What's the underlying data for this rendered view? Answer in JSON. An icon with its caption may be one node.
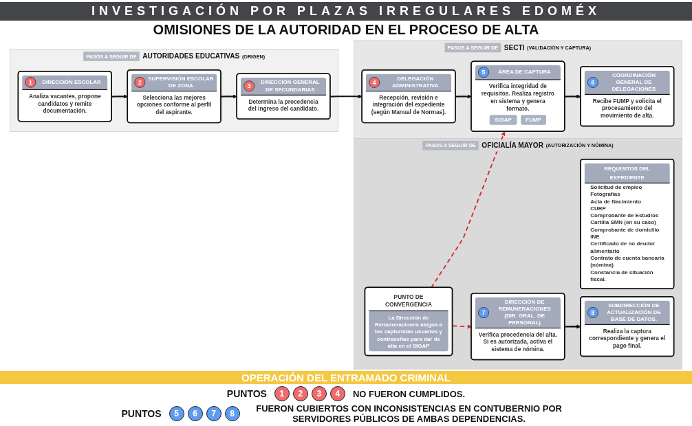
{
  "diagram": {
    "title": "INVESTIGACIÓN POR PLAZAS IRREGULARES EDOMÉX",
    "nodes": [
      {
        "text": [
          "PASOS A SEGUIR DE",
          "AUTORIDADES EDUCATIVAS",
          "(ORIGEN)"
        ]
      },
      {
        "text": [
          "1",
          "DIRECCIÓN ESCOLAR",
          "Analiza vacantes, propone candidatos y remite documentación."
        ],
        "in": 0
      },
      {
        "text": [
          "2",
          "SUPERVISIÓN ESCOLAR DE ZONA",
          "Selecciona las mejores opciones conforme al perfil del aspirante."
        ],
        "in": 0
      },
      {
        "text": [
          "3",
          "DIRECCIÓN GENERAL DE SECUNDARIAS",
          "Determina la procedencia del ingreso del candidato."
        ],
        "in": 0
      },
      {
        "text": [
          "PASOS A SEGUIR DE",
          "SECTI",
          "(VALIDACIÓN Y CAPTURA)"
        ]
      },
      {
        "text": [
          "4",
          "DELEGACIÓN ADMINISTRATIVA",
          "Recepción, revisión e integración del expediente (según Manual de Normas)."
        ],
        "in": 4
      },
      {
        "text": [
          "5",
          "ÁREA DE CAPTURA",
          "Verifica integridad de requisitos. Realiza registro en sistema y genera formato.",
          "SIGAP",
          "FUMP"
        ],
        "in": 4
      },
      {
        "text": [
          "6",
          "COORDINACIÓN GENERAL DE DELEGACIONES",
          "Recibe FUMP y solicita el procesamiento del movimiento de alta."
        ],
        "in": 4
      },
      {
        "text": [
          "PASOS A SEGUIR DE",
          "OFICIALÍA MAYOR",
          "(AUTORIZACIÓN Y NÓMINA)"
        ]
      },
      {
        "text": [
          "REQUISITOS DEL EXPEDIENTE",
          "Solicitud de empleo",
          "Fotografías",
          "Acta de Nacimiento",
          "CURP",
          "Comprobante de Estudios",
          "Cartilla SMN (en su caso)",
          "Comprobante de domicilio",
          "INE",
          "Certificado de no deudor",
          "alimentario",
          "Contrato de cuenta bancaria (nómina)",
          "Constancia de situación fiscal."
        ],
        "in": 8
      },
      {
        "text": [
          "PUNTO DE CONVERGENCIA",
          "La Dirección de Remuneraciones asigna a los capturistas usuarios y contraseñas para dar de alta en el SIGAP"
        ],
        "in": 8
      },
      {
        "text": [
          "7",
          "DIRECCIÓN DE REMUNERACIONES (DIR. GRAL. DE PERSONAL)",
          "Verifica procedencia del alta. Si es autorizada, activa el sistema de nómina."
        ],
        "in": 8
      },
      {
        "text": [
          "8",
          "SUBDIRECCIÓN DE ACTUALIZACIÓN DE BASE DE DATOS.",
          "Realiza la captura correspondiente y genera el pago final."
        ],
        "in": 8
      }
    ],
    "edges": [
      {
        "from": 1,
        "to": 2,
        "arrow": "to"
      },
      {
        "from": 2,
        "to": 3,
        "arrow": "to"
      },
      {
        "from": 3,
        "to": 5,
        "arrow": "to"
      },
      {
        "from": 5,
        "to": 6,
        "arrow": "to"
      },
      {
        "from": 6,
        "to": 7,
        "arrow": "to"
      },
      {
        "from": 10,
        "to": 6,
        "arrow": "to",
        "style": "dashed",
        "color": "#d42a2a"
      },
      {
        "from": 10,
        "to": 11,
        "arrow": "to",
        "style": "dashed",
        "color": "#d42a2a"
      },
      {
        "from": 11,
        "to": 12,
        "arrow": "to"
      }
    ],
    "labels": [
      "OMISIONES DE LA AUTORIDAD EN EL PROCESO DE ALTA",
      "OPERACIÓN DEL ENTRAMADO CRIMINAL",
      "PUNTOS",
      "1",
      "2",
      "3",
      "4",
      "PUNTOS",
      "5",
      "6",
      "7",
      "8"
    ],
    "legend": [
      {
        "text": "NO FUERON CUMPLIDOS.",
        "color": "#f06b6b"
      },
      {
        "text": "FUERON CUBIERTOS CON INCONSISTENCIAS EN CONTUBERNIO POR SERVIDORES PÚBLICOS DE AMBAS DEPENDENCIAS.",
        "color": "#5e9cef"
      }
    ]
  }
}
